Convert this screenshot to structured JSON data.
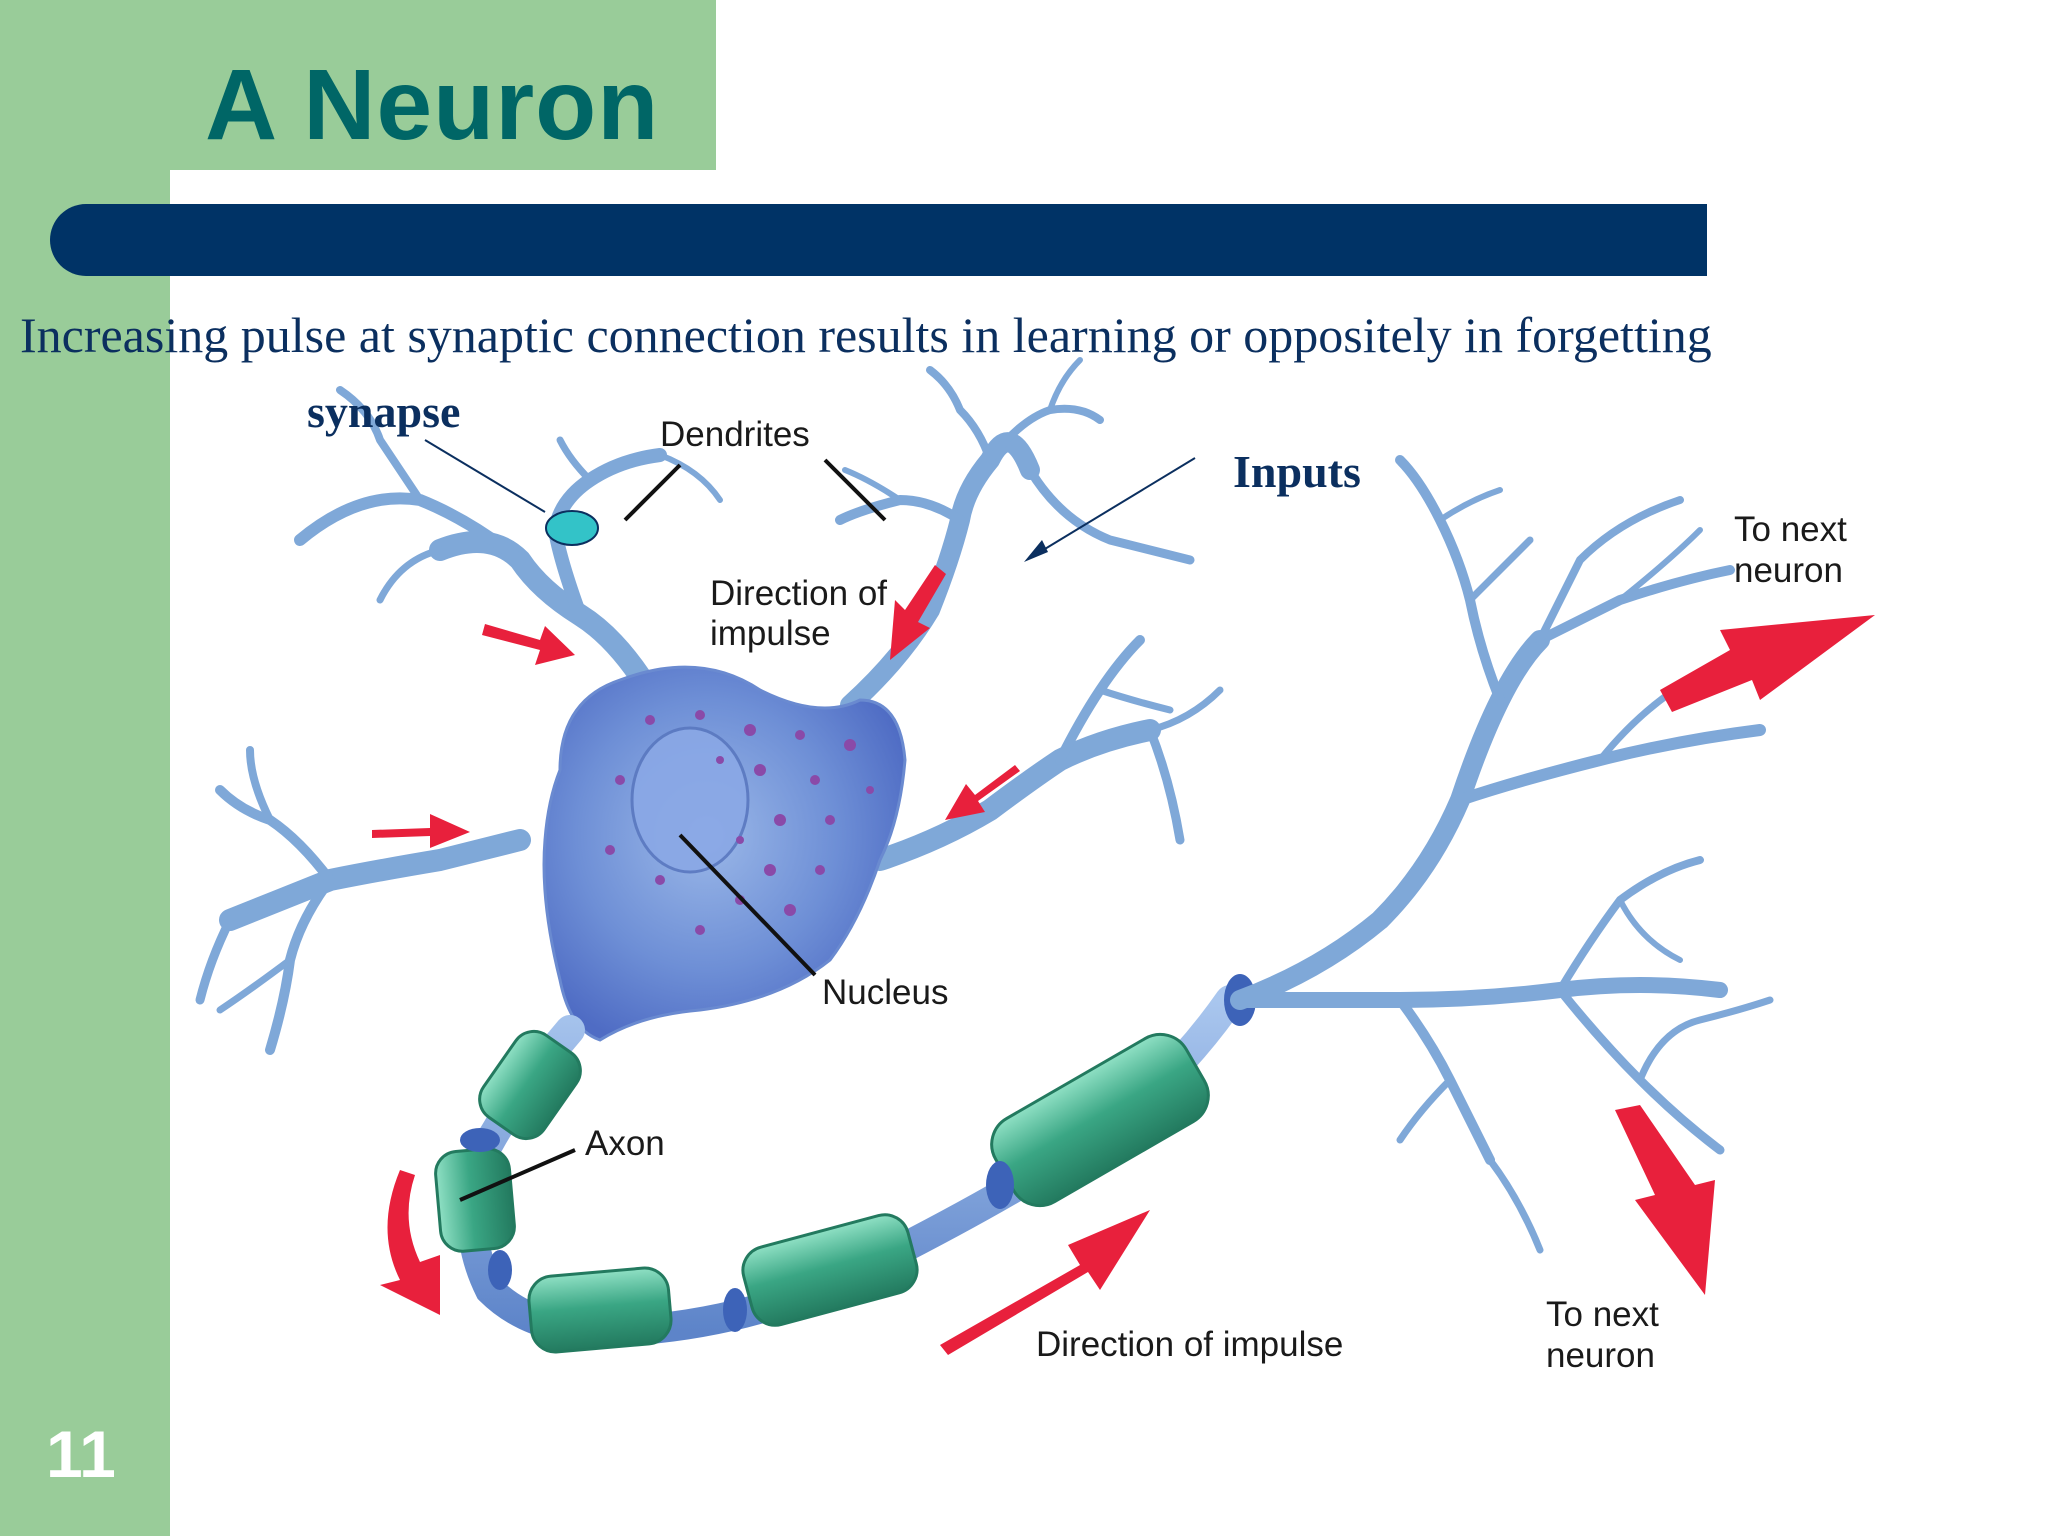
{
  "slide": {
    "title": "A Neuron",
    "subtitle": "Increasing pulse at synaptic connection results in learning or oppositely in forgetting",
    "number": "11"
  },
  "annotations": {
    "synapse": "synapse",
    "inputs": "Inputs"
  },
  "diagram_labels": {
    "dendrites": "Dendrites",
    "direction_of": "Direction of",
    "impulse": "impulse",
    "nucleus": "Nucleus",
    "axon": "Axon",
    "direction_of_impulse": "Direction of impulse",
    "to_next_1": "To next",
    "neuron_1": "neuron",
    "to_next_2": "To next",
    "neuron_2": "neuron"
  },
  "colors": {
    "header_bar": "#003366",
    "side_panel": "#99cc99",
    "title_text": "#006666",
    "dendrite": "#7fa8d8",
    "myelin": "#3aa684",
    "impulse_arrow": "#e8203c",
    "synapse_dot": "#33c3c8"
  }
}
